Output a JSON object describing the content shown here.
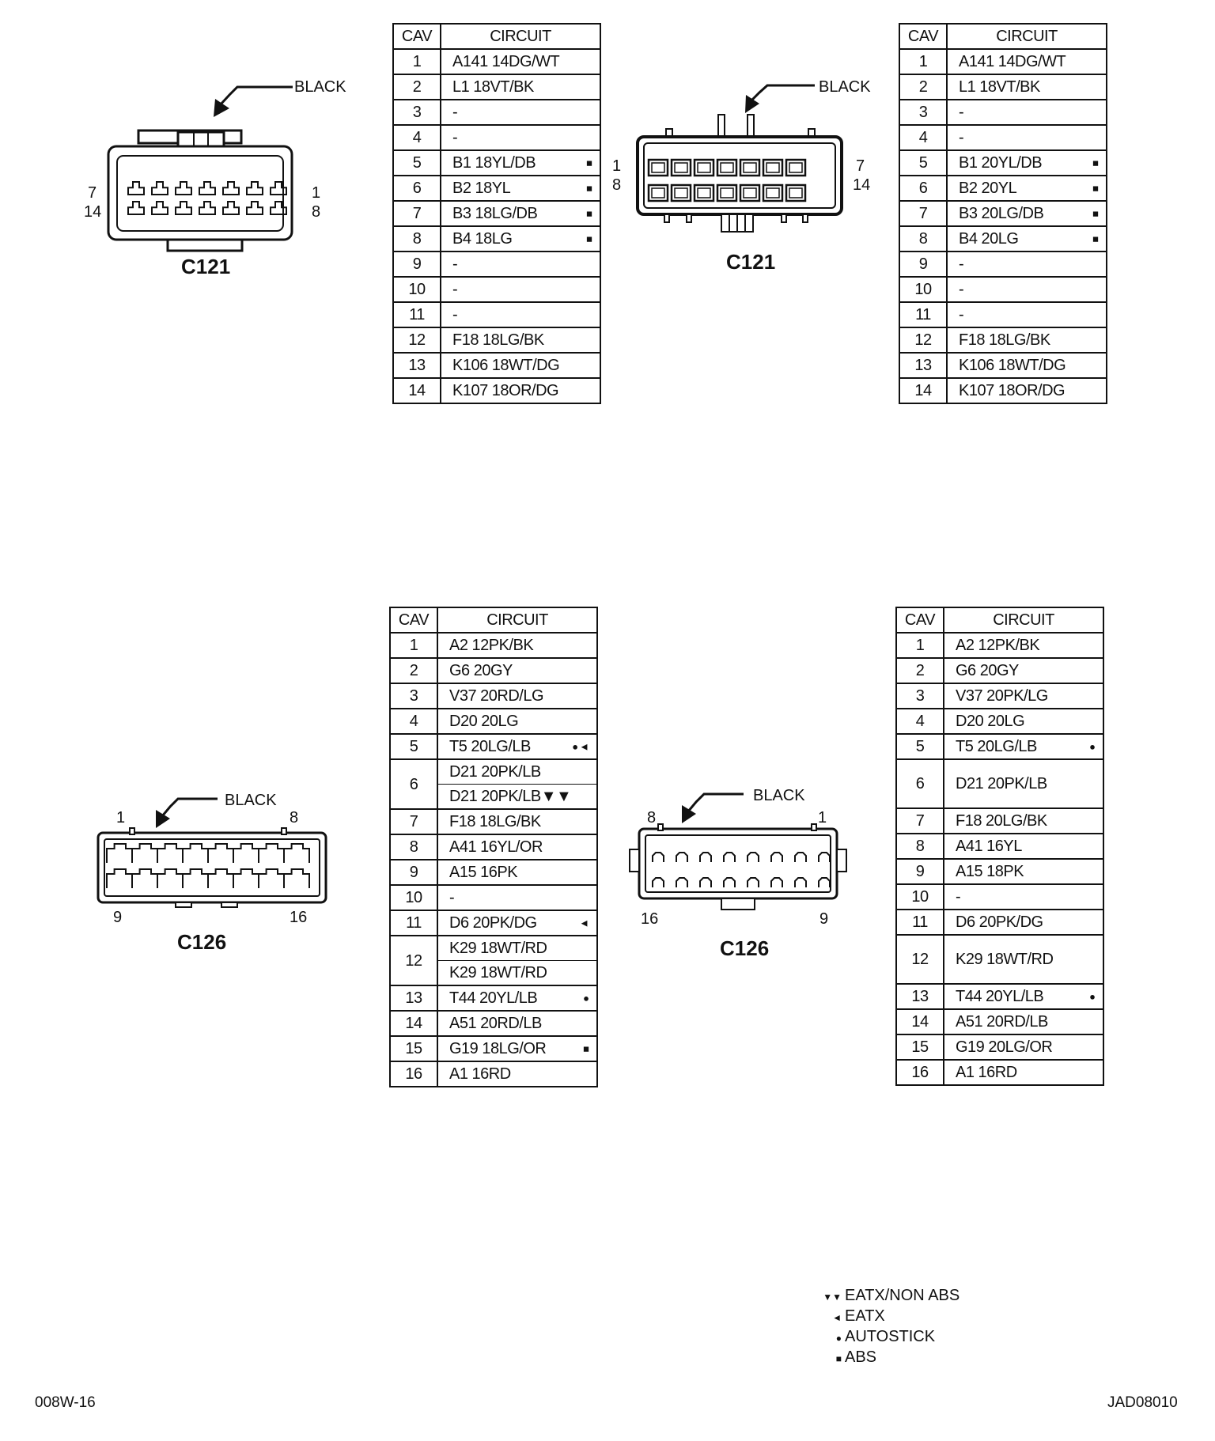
{
  "headers": {
    "cav": "CAV",
    "circuit": "CIRCUIT"
  },
  "color_label": "BLACK",
  "markers": {
    "abs": "■",
    "autostick": "●",
    "eatx": "◄",
    "eatx_non_abs": "▼▼",
    "autostick_eatx": "●◄"
  },
  "c121_left": {
    "name": "C121",
    "pin_labels": {
      "top_left": "7",
      "bottom_left": "14",
      "top_right": "1",
      "bottom_right": "8"
    }
  },
  "c121_right": {
    "name": "C121",
    "pin_labels": {
      "top_left": "1",
      "bottom_left": "8",
      "top_right": "7",
      "bottom_right": "14"
    }
  },
  "c126_left": {
    "name": "C126",
    "pin_labels": {
      "top_left": "1",
      "top_right": "8",
      "bottom_left": "9",
      "bottom_right": "16"
    }
  },
  "c126_right": {
    "name": "C126",
    "pin_labels": {
      "top_left": "8",
      "top_right": "1",
      "bottom_left": "16",
      "bottom_right": "9"
    }
  },
  "table_c121_left": [
    {
      "cav": "1",
      "circuit": "A141 14DG/WT"
    },
    {
      "cav": "2",
      "circuit": "L1 18VT/BK"
    },
    {
      "cav": "3",
      "circuit": "-"
    },
    {
      "cav": "4",
      "circuit": "-"
    },
    {
      "cav": "5",
      "circuit": "B1 18YL/DB",
      "mark": "■"
    },
    {
      "cav": "6",
      "circuit": "B2 18YL",
      "mark": "■"
    },
    {
      "cav": "7",
      "circuit": "B3 18LG/DB",
      "mark": "■"
    },
    {
      "cav": "8",
      "circuit": "B4 18LG",
      "mark": "■"
    },
    {
      "cav": "9",
      "circuit": "-"
    },
    {
      "cav": "10",
      "circuit": "-"
    },
    {
      "cav": "11",
      "circuit": "-"
    },
    {
      "cav": "12",
      "circuit": "F18 18LG/BK"
    },
    {
      "cav": "13",
      "circuit": "K106 18WT/DG"
    },
    {
      "cav": "14",
      "circuit": "K107 18OR/DG"
    }
  ],
  "table_c121_right": [
    {
      "cav": "1",
      "circuit": "A141 14DG/WT"
    },
    {
      "cav": "2",
      "circuit": "L1 18VT/BK"
    },
    {
      "cav": "3",
      "circuit": "-"
    },
    {
      "cav": "4",
      "circuit": "-"
    },
    {
      "cav": "5",
      "circuit": "B1 20YL/DB",
      "mark": "■"
    },
    {
      "cav": "6",
      "circuit": "B2 20YL",
      "mark": "■"
    },
    {
      "cav": "7",
      "circuit": "B3 20LG/DB",
      "mark": "■"
    },
    {
      "cav": "8",
      "circuit": "B4 20LG",
      "mark": "■"
    },
    {
      "cav": "9",
      "circuit": "-"
    },
    {
      "cav": "10",
      "circuit": "-"
    },
    {
      "cav": "11",
      "circuit": "-"
    },
    {
      "cav": "12",
      "circuit": "F18 18LG/BK"
    },
    {
      "cav": "13",
      "circuit": "K106 18WT/DG"
    },
    {
      "cav": "14",
      "circuit": "K107 18OR/DG"
    }
  ],
  "table_c126_left": [
    {
      "cav": "1",
      "circuit": "A2 12PK/BK"
    },
    {
      "cav": "2",
      "circuit": "G6 20GY"
    },
    {
      "cav": "3",
      "circuit": "V37 20RD/LG"
    },
    {
      "cav": "4",
      "circuit": "D20 20LG"
    },
    {
      "cav": "5",
      "circuit": "T5 20LG/LB",
      "mark": "●◄"
    },
    {
      "cav": "6",
      "circuit": "D21 20PK/LB",
      "circuit2": "D21 20PK/LB",
      "mark2": "▼▼"
    },
    {
      "cav": "7",
      "circuit": "F18 18LG/BK"
    },
    {
      "cav": "8",
      "circuit": "A41 16YL/OR"
    },
    {
      "cav": "9",
      "circuit": "A15 16PK"
    },
    {
      "cav": "10",
      "circuit": "-"
    },
    {
      "cav": "11",
      "circuit": "D6 20PK/DG",
      "mark": "◄"
    },
    {
      "cav": "12",
      "circuit": "K29 18WT/RD",
      "circuit2": "K29 18WT/RD"
    },
    {
      "cav": "13",
      "circuit": "T44 20YL/LB",
      "mark": "●"
    },
    {
      "cav": "14",
      "circuit": "A51 20RD/LB"
    },
    {
      "cav": "15",
      "circuit": "G19 18LG/OR",
      "mark": "■"
    },
    {
      "cav": "16",
      "circuit": "A1 16RD"
    }
  ],
  "table_c126_right": [
    {
      "cav": "1",
      "circuit": "A2 12PK/BK"
    },
    {
      "cav": "2",
      "circuit": "G6 20GY"
    },
    {
      "cav": "3",
      "circuit": "V37 20PK/LG"
    },
    {
      "cav": "4",
      "circuit": "D20 20LG"
    },
    {
      "cav": "5",
      "circuit": "T5 20LG/LB",
      "mark": "●"
    },
    {
      "cav": "6",
      "circuit": "D21 20PK/LB",
      "tall": true
    },
    {
      "cav": "7",
      "circuit": "F18 20LG/BK"
    },
    {
      "cav": "8",
      "circuit": "A41 16YL"
    },
    {
      "cav": "9",
      "circuit": "A15 18PK"
    },
    {
      "cav": "10",
      "circuit": "-"
    },
    {
      "cav": "11",
      "circuit": "D6 20PK/DG"
    },
    {
      "cav": "12",
      "circuit": "K29 18WT/RD",
      "tall": true
    },
    {
      "cav": "13",
      "circuit": "T44 20YL/LB",
      "mark": "●"
    },
    {
      "cav": "14",
      "circuit": "A51 20RD/LB"
    },
    {
      "cav": "15",
      "circuit": "G19 20LG/OR"
    },
    {
      "cav": "16",
      "circuit": "A1 16RD"
    }
  ],
  "legend": [
    {
      "symbol": "▼▼",
      "text": "EATX/NON ABS"
    },
    {
      "symbol": "◄",
      "text": "EATX"
    },
    {
      "symbol": "●",
      "text": "AUTOSTICK"
    },
    {
      "symbol": "■",
      "text": "ABS"
    }
  ],
  "footer": {
    "left": "008W-16",
    "right": "JAD08010"
  }
}
